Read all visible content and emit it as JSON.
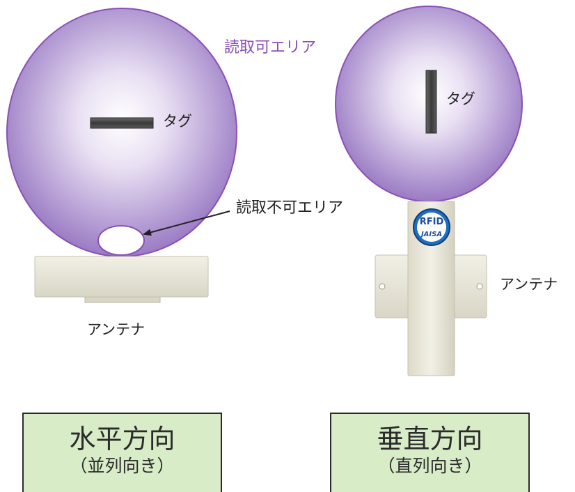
{
  "labels": {
    "read_area": "読取可エリア",
    "tag_left": "タグ",
    "tag_right": "タグ",
    "unreadable_area": "読取不可エリア",
    "antenna_left": "アンテナ",
    "antenna_right": "アンテナ",
    "logo_text_top": "RFID",
    "logo_text_bottom": "JAISA"
  },
  "boxes": {
    "horizontal": {
      "title": "水平方向",
      "subtitle": "（並列向き）"
    },
    "vertical": {
      "title": "垂直方向",
      "subtitle": "（直列向き）"
    }
  },
  "colors": {
    "read_area_fill": "#9a7bc4",
    "read_area_edge": "#8a4fb6",
    "antenna_body": "#e6e3d5",
    "tag": "#4a4a4a",
    "box_fill": "#d8ecc8",
    "label_purple": "#8a4fb6"
  }
}
